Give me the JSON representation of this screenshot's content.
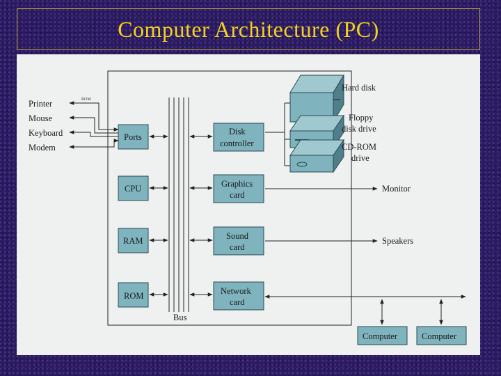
{
  "title": "Computer Architecture (PC)",
  "diagram": {
    "peripherals_left": [
      "Printer",
      "Mouse",
      "Keyboard",
      "Modem"
    ],
    "rom_tag": "ROM",
    "components": {
      "ports": "Ports",
      "cpu": "CPU",
      "ram": "RAM",
      "rom": "ROM"
    },
    "controllers": {
      "disk": [
        "Disk",
        "controller"
      ],
      "graphics": [
        "Graphics",
        "card"
      ],
      "sound": [
        "Sound",
        "card"
      ],
      "network": [
        "Network",
        "card"
      ]
    },
    "bus_label": "Bus",
    "drives": {
      "hard": [
        "Hard disk"
      ],
      "floppy": [
        "Floppy",
        "disk drive"
      ],
      "cdrom": [
        "CD-ROM",
        "drive"
      ]
    },
    "outputs": {
      "monitor": "Monitor",
      "speakers": "Speakers"
    },
    "network_computers": [
      "Computer",
      "Computer"
    ],
    "colors": {
      "box_fill": "#7fb3bd",
      "title_color": "#f3d21a",
      "background": "#2a1a5e"
    }
  }
}
